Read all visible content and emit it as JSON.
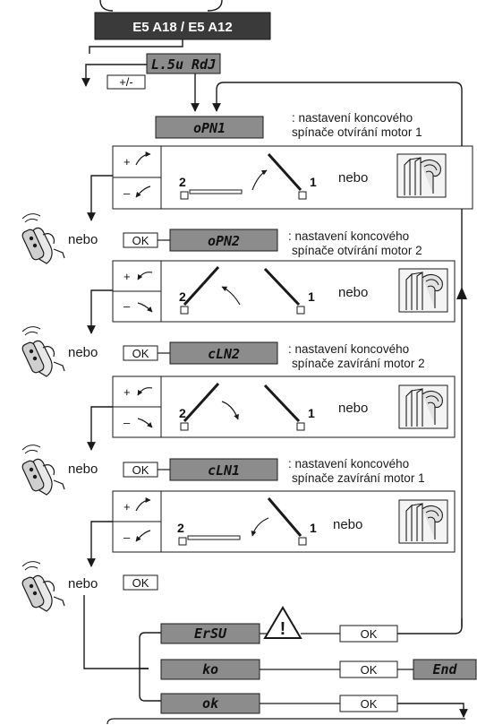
{
  "title": "E5 A18 / E5 A12",
  "lsu": "L.5u RdJ",
  "plusminus": "+/-",
  "nebo": "nebo",
  "ok": "OK",
  "steps": [
    {
      "display": "oPN1",
      "desc1": ": nastavení koncového",
      "desc2": "spínače otvírání motor 1",
      "n2": "2",
      "n1": "1"
    },
    {
      "display": "oPN2",
      "desc1": ": nastavení koncového",
      "desc2": "spínače otvírání motor 2",
      "n2": "2",
      "n1": "1"
    },
    {
      "display": "cLN2",
      "desc1": ": nastavení koncového",
      "desc2": "spínače zavírání motor 2",
      "n2": "2",
      "n1": "1"
    },
    {
      "display": "cLN1",
      "desc1": ": nastavení koncového",
      "desc2": "spínače zavírání motor 1",
      "n2": "2",
      "n1": "1"
    }
  ],
  "plus": "+",
  "minus": "–",
  "results": [
    {
      "display": "ErSU",
      "button": "OK"
    },
    {
      "display": "ko",
      "button": "OK",
      "end": "End"
    },
    {
      "display": "ok",
      "button": "OK"
    }
  ],
  "colors": {
    "lcd": "#8c8c8c",
    "header": "#3a3a3a",
    "line": "#1a1a1a"
  }
}
